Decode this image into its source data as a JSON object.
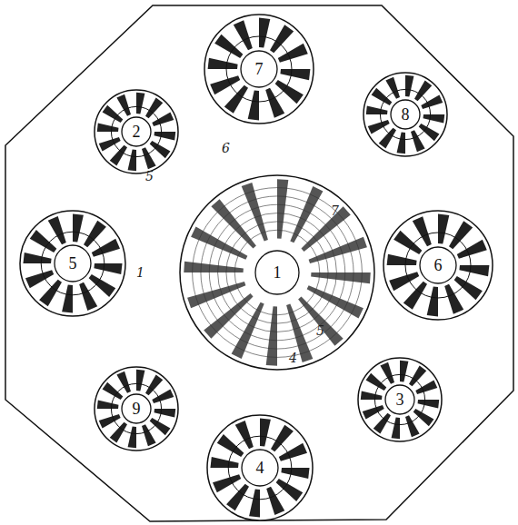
{
  "diagram": {
    "nodes": [
      {
        "text": [
          "1"
        ]
      },
      {
        "text": [
          "7"
        ]
      },
      {
        "text": [
          "8"
        ]
      },
      {
        "text": [
          "6"
        ]
      },
      {
        "text": [
          "3"
        ]
      },
      {
        "text": [
          "4"
        ]
      },
      {
        "text": [
          "9"
        ]
      },
      {
        "text": [
          "5"
        ]
      },
      {
        "text": [
          "2"
        ]
      }
    ],
    "labels": [
      "5",
      "6",
      "7",
      "5",
      "4",
      "1"
    ]
  }
}
